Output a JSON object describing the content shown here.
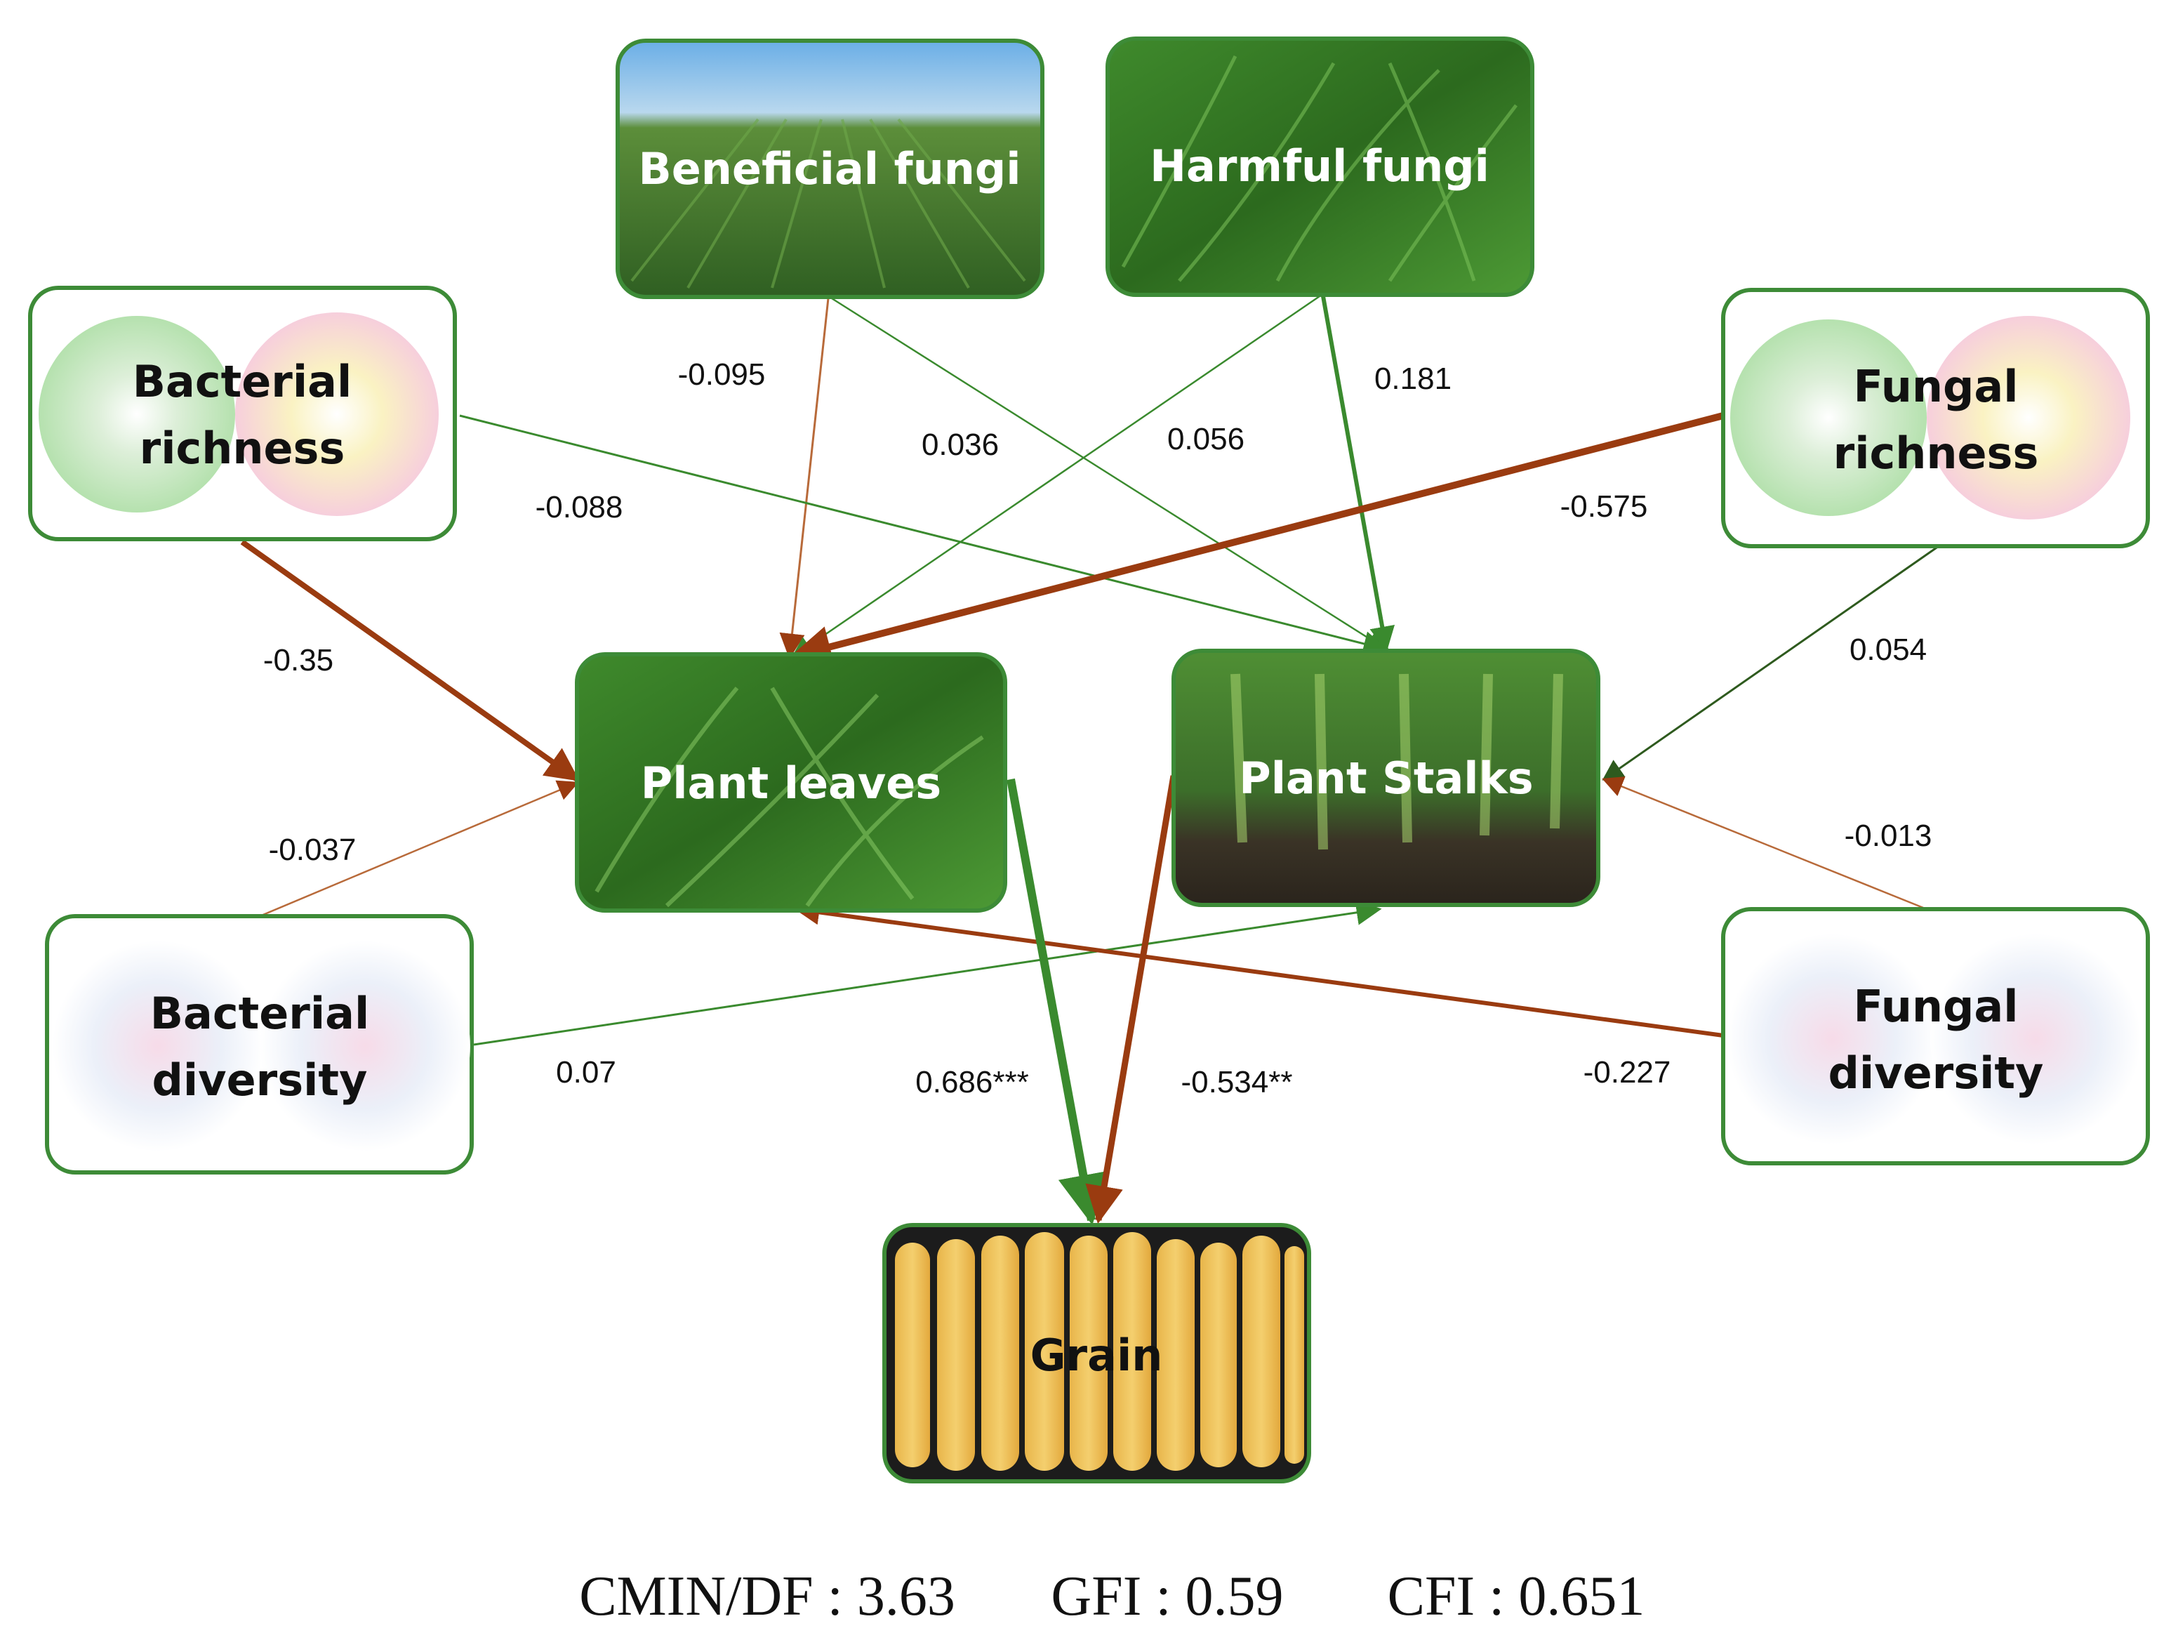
{
  "nodes": {
    "beneficial_fungi": "Beneficial fungi",
    "harmful_fungi": "Harmful fungi",
    "bacterial_richness_1": "Bacterial",
    "bacterial_richness_2": "richness",
    "fungal_richness_1": "Fungal",
    "fungal_richness_2": "richness",
    "plant_leaves": "Plant leaves",
    "plant_stalks": "Plant Stalks",
    "bacterial_diversity_1": "Bacterial",
    "bacterial_diversity_2": "diversity",
    "fungal_diversity_1": "Fungal",
    "fungal_diversity_2": "diversity",
    "grain": "Grain"
  },
  "edges": {
    "beneficial_leaves": "-0.095",
    "beneficial_stalks": "0.036",
    "harmful_leaves": "0.056",
    "harmful_stalks": "0.181",
    "bact_rich_stalks": "-0.088",
    "fung_rich_leaves": "-0.575",
    "bact_rich_leaves": "-0.35",
    "fung_rich_stalks": "0.054",
    "bact_div_leaves": "-0.037",
    "fung_div_stalks": "-0.013",
    "bact_div_stalks": "0.07",
    "fung_div_leaves": "-0.227",
    "leaves_grain": "0.686***",
    "stalks_grain": "-0.534**"
  },
  "fit_indices": {
    "cmin_df": "CMIN/DF : 3.63",
    "gfi": "GFI : 0.59",
    "cfi": "CFI : 0.651"
  },
  "colors": {
    "positive": "#3a8a2e",
    "negative": "#9a3b10",
    "box_border": "#3d8b37"
  }
}
